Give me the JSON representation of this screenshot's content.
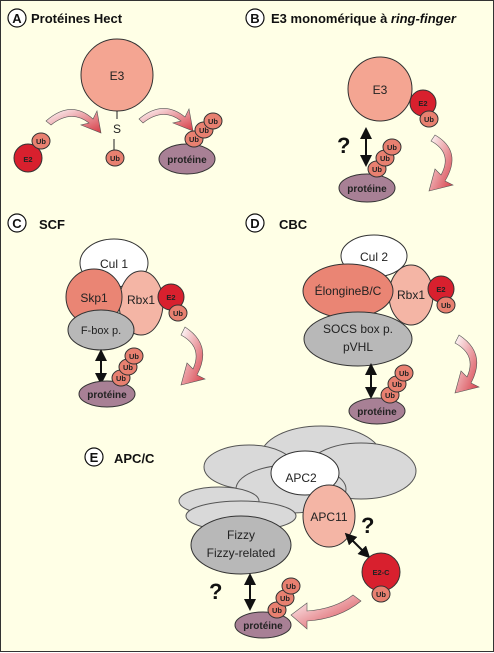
{
  "panels": {
    "a": {
      "letter": "A",
      "title": "Protéines Hect",
      "e3": "E3",
      "e2": "E2",
      "s": "S",
      "ub": "Ub",
      "protein": "protéine"
    },
    "b": {
      "letter": "B",
      "title_prefix": "E3 monomérique à ",
      "title_italic": "ring-finger",
      "e3": "E3",
      "e2": "E2",
      "ub": "Ub",
      "protein": "protéine",
      "question": "?"
    },
    "c": {
      "letter": "C",
      "title": "SCF",
      "cul": "Cul 1",
      "skp": "Skp1",
      "rbx": "Rbx1",
      "fbox": "F-box p.",
      "e2": "E2",
      "ub": "Ub",
      "protein": "protéine"
    },
    "d": {
      "letter": "D",
      "title": "CBC",
      "cul": "Cul 2",
      "elongin": "ÉlongineB/C",
      "rbx": "Rbx1",
      "socs": "SOCS box p.",
      "pvhl": "pVHL",
      "e2": "E2",
      "ub": "Ub",
      "protein": "protéine"
    },
    "e": {
      "letter": "E",
      "title": "APC/C",
      "apc2": "APC2",
      "apc11": "APC11",
      "fizzy": "Fizzy",
      "fizzy_related": "Fizzy-related",
      "e2c": "E2-C",
      "ub": "Ub",
      "protein": "protéine",
      "question": "?"
    }
  },
  "colors": {
    "background": "#ffffe6",
    "e3_salmon": "#f4a592",
    "e2_red": "#d8202e",
    "ub_salmon": "#e88070",
    "protein_mauve": "#a88095",
    "grey": "#b8b8b8",
    "arrow_red": "#d63a44"
  }
}
